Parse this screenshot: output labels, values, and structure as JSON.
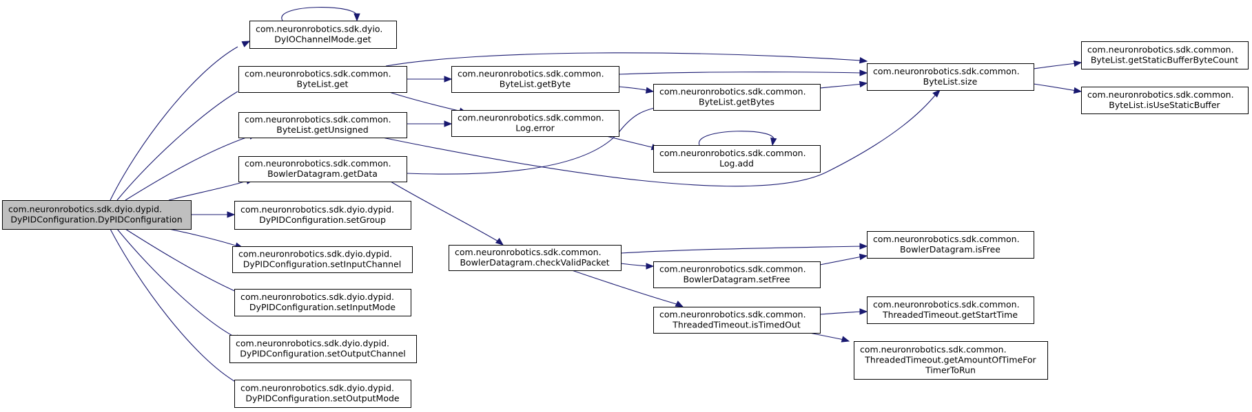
{
  "diagram": {
    "type": "call-graph",
    "nodes": [
      {
        "id": "root",
        "lines": [
          "com.neuronrobotics.sdk.dyio.dypid.",
          "DyPIDConfiguration.DyPIDConfiguration"
        ],
        "highlighted": true
      },
      {
        "id": "dyio_mode_get",
        "lines": [
          "com.neuronrobotics.sdk.dyio.",
          "DyIOChannelMode.get"
        ]
      },
      {
        "id": "bytelist_get",
        "lines": [
          "com.neuronrobotics.sdk.common.",
          "ByteList.get"
        ]
      },
      {
        "id": "bytelist_getunsigned",
        "lines": [
          "com.neuronrobotics.sdk.common.",
          "ByteList.getUnsigned"
        ]
      },
      {
        "id": "bowler_getdata",
        "lines": [
          "com.neuronrobotics.sdk.common.",
          "BowlerDatagram.getData"
        ]
      },
      {
        "id": "setgroup",
        "lines": [
          "com.neuronrobotics.sdk.dyio.dypid.",
          "DyPIDConfiguration.setGroup"
        ]
      },
      {
        "id": "setinputchannel",
        "lines": [
          "com.neuronrobotics.sdk.dyio.dypid.",
          "DyPIDConfiguration.setInputChannel"
        ]
      },
      {
        "id": "setinputmode",
        "lines": [
          "com.neuronrobotics.sdk.dyio.dypid.",
          "DyPIDConfiguration.setInputMode"
        ]
      },
      {
        "id": "setoutputchannel",
        "lines": [
          "com.neuronrobotics.sdk.dyio.dypid.",
          "DyPIDConfiguration.setOutputChannel"
        ]
      },
      {
        "id": "setoutputmode",
        "lines": [
          "com.neuronrobotics.sdk.dyio.dypid.",
          "DyPIDConfiguration.setOutputMode"
        ]
      },
      {
        "id": "bytelist_getbyte",
        "lines": [
          "com.neuronrobotics.sdk.common.",
          "ByteList.getByte"
        ]
      },
      {
        "id": "log_error",
        "lines": [
          "com.neuronrobotics.sdk.common.",
          "Log.error"
        ]
      },
      {
        "id": "bowler_checkvalid",
        "lines": [
          "com.neuronrobotics.sdk.common.",
          "BowlerDatagram.checkValidPacket"
        ]
      },
      {
        "id": "bytelist_getbytes",
        "lines": [
          "com.neuronrobotics.sdk.common.",
          "ByteList.getBytes"
        ]
      },
      {
        "id": "log_add",
        "lines": [
          "com.neuronrobotics.sdk.common.",
          "Log.add"
        ]
      },
      {
        "id": "bowler_setfree",
        "lines": [
          "com.neuronrobotics.sdk.common.",
          "BowlerDatagram.setFree"
        ]
      },
      {
        "id": "threaded_istimedout",
        "lines": [
          "com.neuronrobotics.sdk.common.",
          "ThreadedTimeout.isTimedOut"
        ]
      },
      {
        "id": "bytelist_size",
        "lines": [
          "com.neuronrobotics.sdk.common.",
          "ByteList.size"
        ]
      },
      {
        "id": "bowler_isfree",
        "lines": [
          "com.neuronrobotics.sdk.common.",
          "BowlerDatagram.isFree"
        ]
      },
      {
        "id": "threaded_getstarttime",
        "lines": [
          "com.neuronrobotics.sdk.common.",
          "ThreadedTimeout.getStartTime"
        ]
      },
      {
        "id": "threaded_getamount",
        "lines": [
          "com.neuronrobotics.sdk.common.",
          "ThreadedTimeout.getAmountOfTimeFor",
          "TimerToRun"
        ]
      },
      {
        "id": "bytelist_getstaticbuffer",
        "lines": [
          "com.neuronrobotics.sdk.common.",
          "ByteList.getStaticBufferByteCount"
        ]
      },
      {
        "id": "bytelist_isusestatic",
        "lines": [
          "com.neuronrobotics.sdk.common.",
          "ByteList.isUseStaticBuffer"
        ]
      }
    ],
    "edges": [
      {
        "from": "root",
        "to": "dyio_mode_get"
      },
      {
        "from": "root",
        "to": "bytelist_get"
      },
      {
        "from": "root",
        "to": "bytelist_getunsigned"
      },
      {
        "from": "root",
        "to": "bowler_getdata"
      },
      {
        "from": "root",
        "to": "setgroup"
      },
      {
        "from": "root",
        "to": "setinputchannel"
      },
      {
        "from": "root",
        "to": "setinputmode"
      },
      {
        "from": "root",
        "to": "setoutputchannel"
      },
      {
        "from": "root",
        "to": "setoutputmode"
      },
      {
        "from": "dyio_mode_get",
        "to": "dyio_mode_get"
      },
      {
        "from": "bytelist_get",
        "to": "bytelist_getbyte"
      },
      {
        "from": "bytelist_get",
        "to": "log_error"
      },
      {
        "from": "bytelist_get",
        "to": "bytelist_size"
      },
      {
        "from": "bytelist_getunsigned",
        "to": "log_error"
      },
      {
        "from": "bytelist_getunsigned",
        "to": "bytelist_size"
      },
      {
        "from": "bowler_getdata",
        "to": "bytelist_getbytes"
      },
      {
        "from": "bowler_getdata",
        "to": "bowler_checkvalid"
      },
      {
        "from": "bytelist_getbyte",
        "to": "bytelist_getbytes"
      },
      {
        "from": "bytelist_getbyte",
        "to": "bytelist_size"
      },
      {
        "from": "log_error",
        "to": "log_add"
      },
      {
        "from": "log_add",
        "to": "log_add"
      },
      {
        "from": "bytelist_getbytes",
        "to": "bytelist_size"
      },
      {
        "from": "bowler_checkvalid",
        "to": "bowler_isfree"
      },
      {
        "from": "bowler_checkvalid",
        "to": "bowler_setfree"
      },
      {
        "from": "bowler_checkvalid",
        "to": "threaded_istimedout"
      },
      {
        "from": "bowler_setfree",
        "to": "bowler_isfree"
      },
      {
        "from": "threaded_istimedout",
        "to": "threaded_getstarttime"
      },
      {
        "from": "threaded_istimedout",
        "to": "threaded_getamount"
      },
      {
        "from": "bytelist_size",
        "to": "bytelist_getstaticbuffer"
      },
      {
        "from": "bytelist_size",
        "to": "bytelist_isusestatic"
      }
    ]
  }
}
